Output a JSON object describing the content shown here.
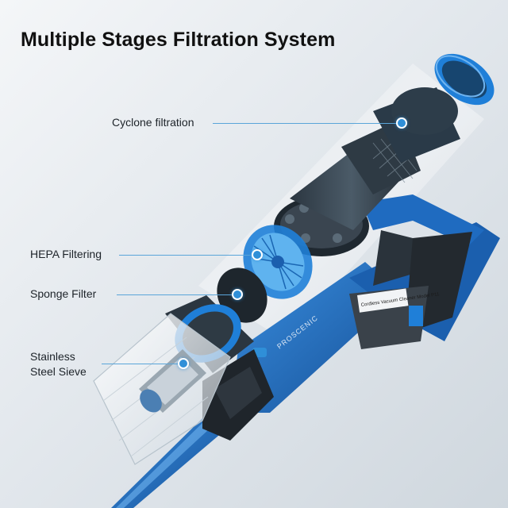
{
  "title": "Multiple Stages Filtration System",
  "callouts": [
    {
      "label": "Cyclone filtration"
    },
    {
      "label": "HEPA Filtering"
    },
    {
      "label": "Sponge Filter"
    },
    {
      "label": "Stainless Steel Sieve",
      "line1": "Stainless",
      "line2": "Steel Sieve"
    }
  ],
  "product": {
    "brand": "PROSCENIC",
    "spec_label": "Cordless Vacuum Cleaner Model P11"
  },
  "colors": {
    "accent_blue": "#1f7fd8",
    "body_blue": "#1b5fae",
    "dark_gray": "#2a333b",
    "highlight": "#2f8fd8"
  }
}
